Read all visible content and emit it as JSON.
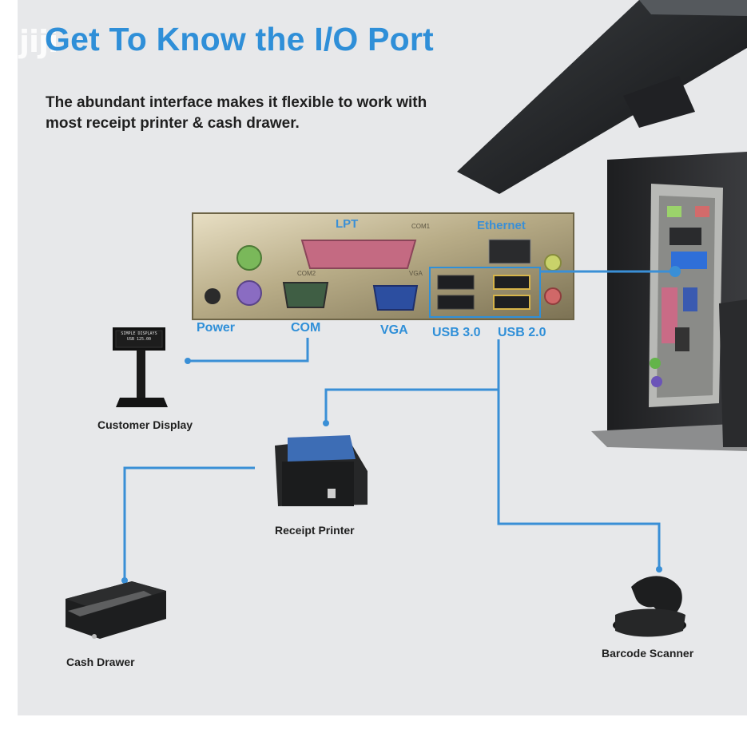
{
  "watermark": "jiji",
  "title": "Get To Know the I/O Port",
  "subtitle_line1": "The abundant interface makes it flexible to work with",
  "subtitle_line2": "most receipt printer & cash drawer.",
  "plate_labels": {
    "lpt": "LPT",
    "ethernet": "Ethernet",
    "com1": "COM1",
    "vga": "VGA",
    "com2": "COM2"
  },
  "ports": {
    "power": "Power",
    "com": "COM",
    "vga": "VGA",
    "usb3": "USB 3.0",
    "usb2": "USB 2.0"
  },
  "devices": {
    "customer_display": "Customer Display",
    "receipt_printer": "Receipt Printer",
    "cash_drawer": "Cash Drawer",
    "barcode_scanner": "Barcode Scanner"
  },
  "display_text_line1": "SIMPLE DISPLAYS",
  "display_text_line2": "USB 125.00",
  "colors": {
    "accent": "#2f8fd8",
    "line": "#3a8fd6",
    "background": "#e7e8ea"
  }
}
